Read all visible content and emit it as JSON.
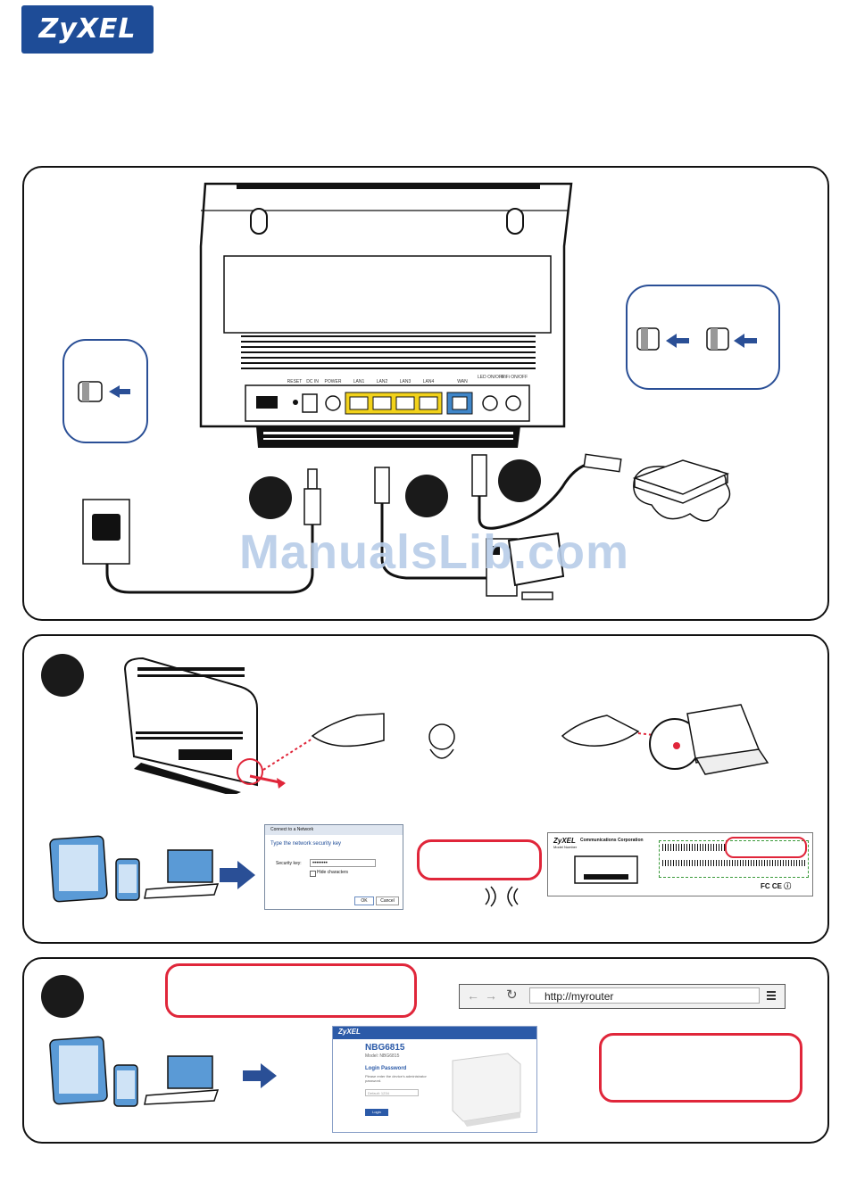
{
  "brand": {
    "logo_text": "ZyXEL"
  },
  "watermark": "ManualsLib.com",
  "router_ports": {
    "labels": [
      "RESET",
      "DC IN",
      "POWER",
      "LAN1",
      "LAN2",
      "LAN3",
      "LAN4",
      "WAN",
      "LED ON/OFF",
      "WiFi ON/OFF"
    ]
  },
  "wifi_dialog": {
    "title": "Connect to a Network",
    "heading": "Type the network security key",
    "field_label": "Security key:",
    "field_value": "••••••••",
    "checkbox_label": "Hide characters",
    "ok_label": "OK",
    "cancel_label": "Cancel"
  },
  "device_label": {
    "company": "ZyXEL",
    "company_sub": "Communications Corporation",
    "model_caption": "Model Number"
  },
  "browser": {
    "url": "http://myrouter"
  },
  "login_page": {
    "brand": "ZyXEL",
    "model": "NBG6815",
    "model_sub": "Model: NBG6815",
    "heading": "Login Password",
    "hint": "Please enter the device's administrator password.",
    "input_placeholder": "Default: 1234",
    "button_label": "Login"
  },
  "colors": {
    "brand_blue": "#1e4c97",
    "port_yellow": "#f2d21b",
    "wan_blue": "#3f86c9",
    "alert_red": "#e0263a"
  }
}
